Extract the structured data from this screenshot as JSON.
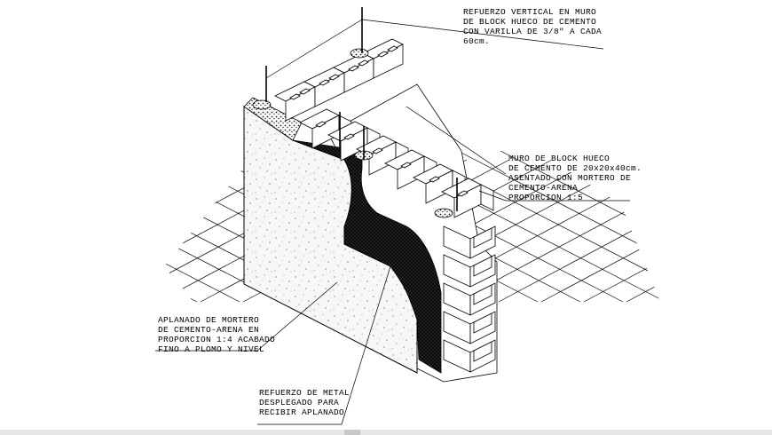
{
  "notes": {
    "vertical_reinforcement": [
      "REFUERZO VERTICAL EN MURO",
      "DE BLOCK HUECO DE CEMENTO",
      "CON VARILLA DE 3/8\" A CADA",
      "60cm."
    ],
    "block_wall": [
      "MURO DE BLOCK HUECO",
      "DE CEMENTO DE 20x20x40cm.",
      "ASENTADO CON MORTERO DE",
      "CEMENTO-ARENA",
      "PROPORCION 1:5"
    ],
    "plaster": [
      "APLANADO DE MORTERO",
      "DE CEMENTO-ARENA EN",
      "PROPORCION 1:4 ACABADO",
      "FINO A PLOMO Y NIVEL"
    ],
    "metal_lath": [
      "REFUERZO DE METAL",
      "DESPLEGADO PARA",
      "RECIBIR APLANADO"
    ]
  },
  "colors": {
    "line": "#000000",
    "background": "#ffffff",
    "hatch": "#1a1a1a"
  }
}
